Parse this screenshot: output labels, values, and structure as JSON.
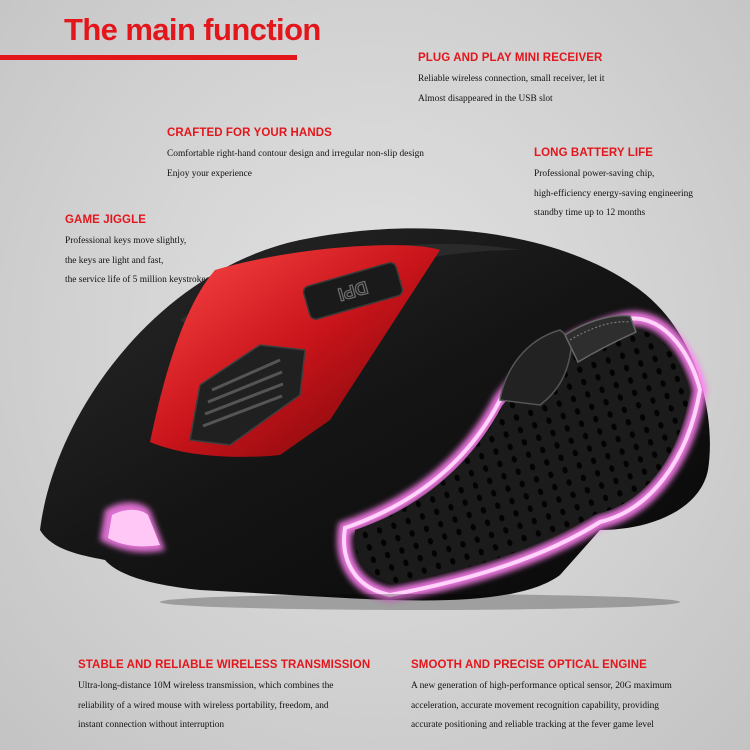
{
  "title": "The main function",
  "features": [
    {
      "id": "receiver",
      "heading": "PLUG AND PLAY MINI RECEIVER",
      "lines": [
        "Reliable wireless connection, small receiver, let it",
        "Almost disappeared in the USB slot"
      ]
    },
    {
      "id": "crafted",
      "heading": "CRAFTED FOR YOUR HANDS",
      "lines": [
        "Comfortable right-hand contour design and irregular non-slip design",
        "Enjoy your experience"
      ]
    },
    {
      "id": "battery",
      "heading": "LONG BATTERY LIFE",
      "lines": [
        "Professional power-saving chip,",
        "high-efficiency energy-saving engineering",
        "standby time up to 12 months"
      ]
    },
    {
      "id": "jiggle",
      "heading": "GAME JIGGLE",
      "lines": [
        "Professional keys move slightly,",
        "the keys are light and fast,",
        "the service life of 5 million keystrokes"
      ]
    },
    {
      "id": "transmission",
      "heading": "STABLE AND RELIABLE WIRELESS TRANSMISSION",
      "lines": [
        "Ultra-long-distance 10M wireless transmission, which combines the",
        "reliability of a wired mouse with wireless portability, freedom, and",
        "instant connection without interruption"
      ]
    },
    {
      "id": "optical",
      "heading": "SMOOTH AND PRECISE OPTICAL ENGINE",
      "lines": [
        "A new generation of high-performance optical sensor, 20G maximum",
        "acceleration, accurate movement recognition capability, providing",
        "accurate positioning and reliable tracking at the fever game level"
      ]
    }
  ],
  "mouse": {
    "dpi_label": "DPI",
    "colors": {
      "body": "#141414",
      "accent": "#c8141a",
      "glow": "#ff7ff0"
    }
  }
}
